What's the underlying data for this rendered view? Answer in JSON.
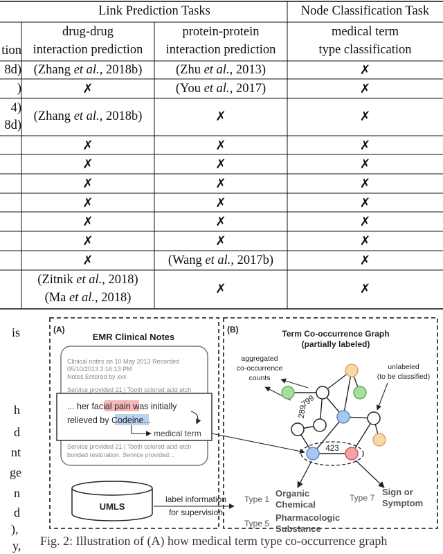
{
  "table": {
    "group_headers": {
      "link": "Link Prediction Tasks",
      "node": "Node Classification Task"
    },
    "columns": {
      "c0": "tion",
      "c1_line1": "drug-drug",
      "c1_line2": "interaction prediction",
      "c2_line1": "protein-protein",
      "c2_line2": "interaction prediction",
      "c3_line1": "medical term",
      "c3_line2": "type classification"
    },
    "cross": "✗",
    "left_fragments": {
      "r1": "8d)",
      "r2": ")",
      "r3a": "4)",
      "r3b": "8d)"
    },
    "cites": {
      "zhang": {
        "pre": "(Zhang ",
        "etal": "et al.",
        "post": ", 2018b)"
      },
      "zhu": {
        "pre": "(Zhu ",
        "etal": "et al.",
        "post": ", 2013)"
      },
      "you": {
        "pre": "(You ",
        "etal": "et al.",
        "post": ", 2017)"
      },
      "wang": {
        "pre": "(Wang ",
        "etal": "et al.",
        "post": ", 2017b)"
      },
      "zitnik": {
        "pre": "(Zitnik ",
        "etal": "et al.",
        "post": ", 2018)"
      },
      "ma": {
        "pre": "(Ma ",
        "etal": "et al.",
        "post": ", 2018)"
      }
    }
  },
  "side_text": {
    "s1": "is",
    "s2": "h",
    "s3": "d",
    "s4": "nt",
    "s5": "ge",
    "s6": "n",
    "s7": "d",
    "s8": "),",
    "s9": "y,"
  },
  "figure": {
    "panel_a": {
      "label": "(A)",
      "title": "EMR  Clinical Notes",
      "note_lines": [
        "Clinical notes on 10 May 2013 Recorded",
        "05/10/2013 2:16:13 PM",
        "Notes Entered by xxx"
      ],
      "obscured_lines": [
        "Service provided 21 | Tooth colored acid etch",
        "Service provided 21 | Tooth colored acid etch",
        "bonded restoration. Service provided..."
      ],
      "snippet": {
        "pre": "... her ",
        "highlight1": "facial pain",
        "mid": " was initially",
        "line2_pre": "relieved by ",
        "highlight2": "Codeine",
        "line2_post": "..."
      },
      "medical_term": "medical term",
      "umls": "UMLS",
      "label_info_1": "label information",
      "label_info_2": "for supervision"
    },
    "panel_b": {
      "label": "(B)",
      "title_1": "Term Co-occurrence Graph",
      "title_2": "(partially labeled)",
      "agg_1": "aggregated",
      "agg_2": "co-occurrence",
      "agg_3": "counts",
      "unlabeled_1": "unlabeled",
      "unlabeled_2": "(to be classified)",
      "w799": "799",
      "w289": "289",
      "w423": "423",
      "type1": "Type 1",
      "type5": "Type 5",
      "type7": "Type 7",
      "organic_1": "Organic",
      "organic_2": "Chemical",
      "pharm_1": "Pharmacologic",
      "pharm_2": "Substance",
      "sign_1": "Sign or",
      "sign_2": "Symptom"
    },
    "colors": {
      "pink_highlight": "#f4b6b8",
      "blue_highlight": "#b9d3ee",
      "orange_node": "#f7d9a8",
      "green_node": "#a9dd9c",
      "blue_node": "#a8c8ee",
      "pink_node": "#f4a3a6"
    }
  },
  "caption": "Fig. 2: Illustration of (A) how medical term type co-occurrence graph"
}
